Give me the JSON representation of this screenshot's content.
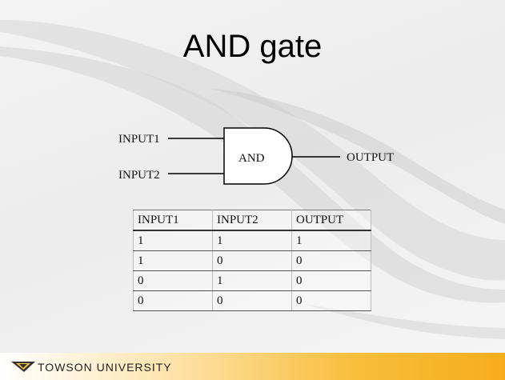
{
  "slide": {
    "title": "AND gate"
  },
  "diagram": {
    "input1_label": "INPUT1",
    "input2_label": "INPUT2",
    "gate_label": "AND",
    "output_label": "OUTPUT"
  },
  "truth_table": {
    "headers": [
      "INPUT1",
      "INPUT2",
      "OUTPUT"
    ],
    "rows": [
      [
        "1",
        "1",
        "1"
      ],
      [
        "1",
        "0",
        "0"
      ],
      [
        "0",
        "1",
        "0"
      ],
      [
        "0",
        "0",
        "0"
      ]
    ]
  },
  "footer": {
    "logo_text": "TOWSON UNIVERSITY"
  },
  "colors": {
    "footer_accent": "#f6ad1d",
    "logo_mark": "#333333"
  }
}
